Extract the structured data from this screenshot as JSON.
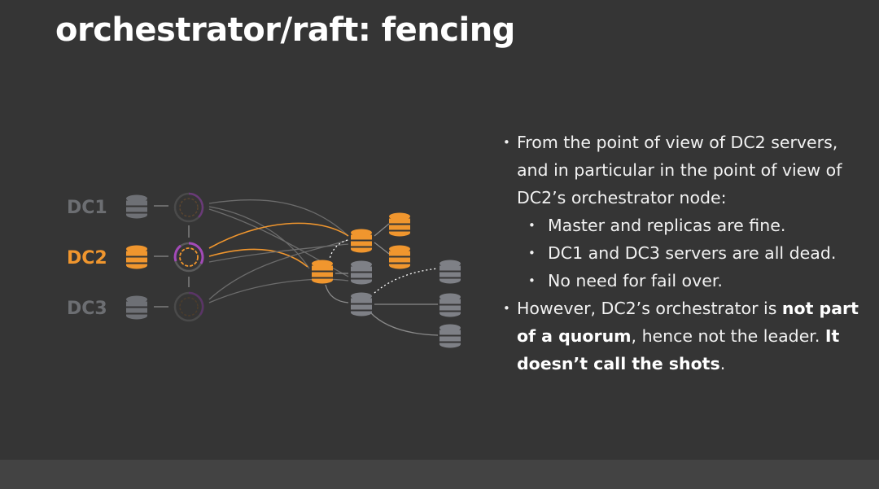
{
  "slide": {
    "title": "orchestrator/raft: fencing"
  },
  "diagram": {
    "datacenters": [
      {
        "label": "DC1",
        "color": "#7a7c81",
        "state": "dimmed"
      },
      {
        "label": "DC2",
        "color": "#f0962e",
        "state": "active"
      },
      {
        "label": "DC3",
        "color": "#7a7c81",
        "state": "dimmed"
      }
    ],
    "colors": {
      "active": "#f0962e",
      "dead": "#7e8086",
      "raft_ring_active": "#9b3fb0",
      "line": "#8a8a8a"
    },
    "icons": [
      "database-server-icon",
      "orchestrator-node-icon"
    ]
  },
  "bullets": {
    "p1": "From the point of view of DC2 servers, and in particular in the point of view of DC2’s orchestrator node:",
    "s1": "Master and replicas are fine.",
    "s2": "DC1 and DC3 servers are all dead.",
    "s3": "No need for fail over.",
    "p2_a": "However, DC2’s orchestrator is ",
    "p2_b": "not part of a quorum",
    "p2_c": ", hence not the leader. ",
    "p2_d": "It doesn’t call the shots",
    "p2_e": "."
  }
}
